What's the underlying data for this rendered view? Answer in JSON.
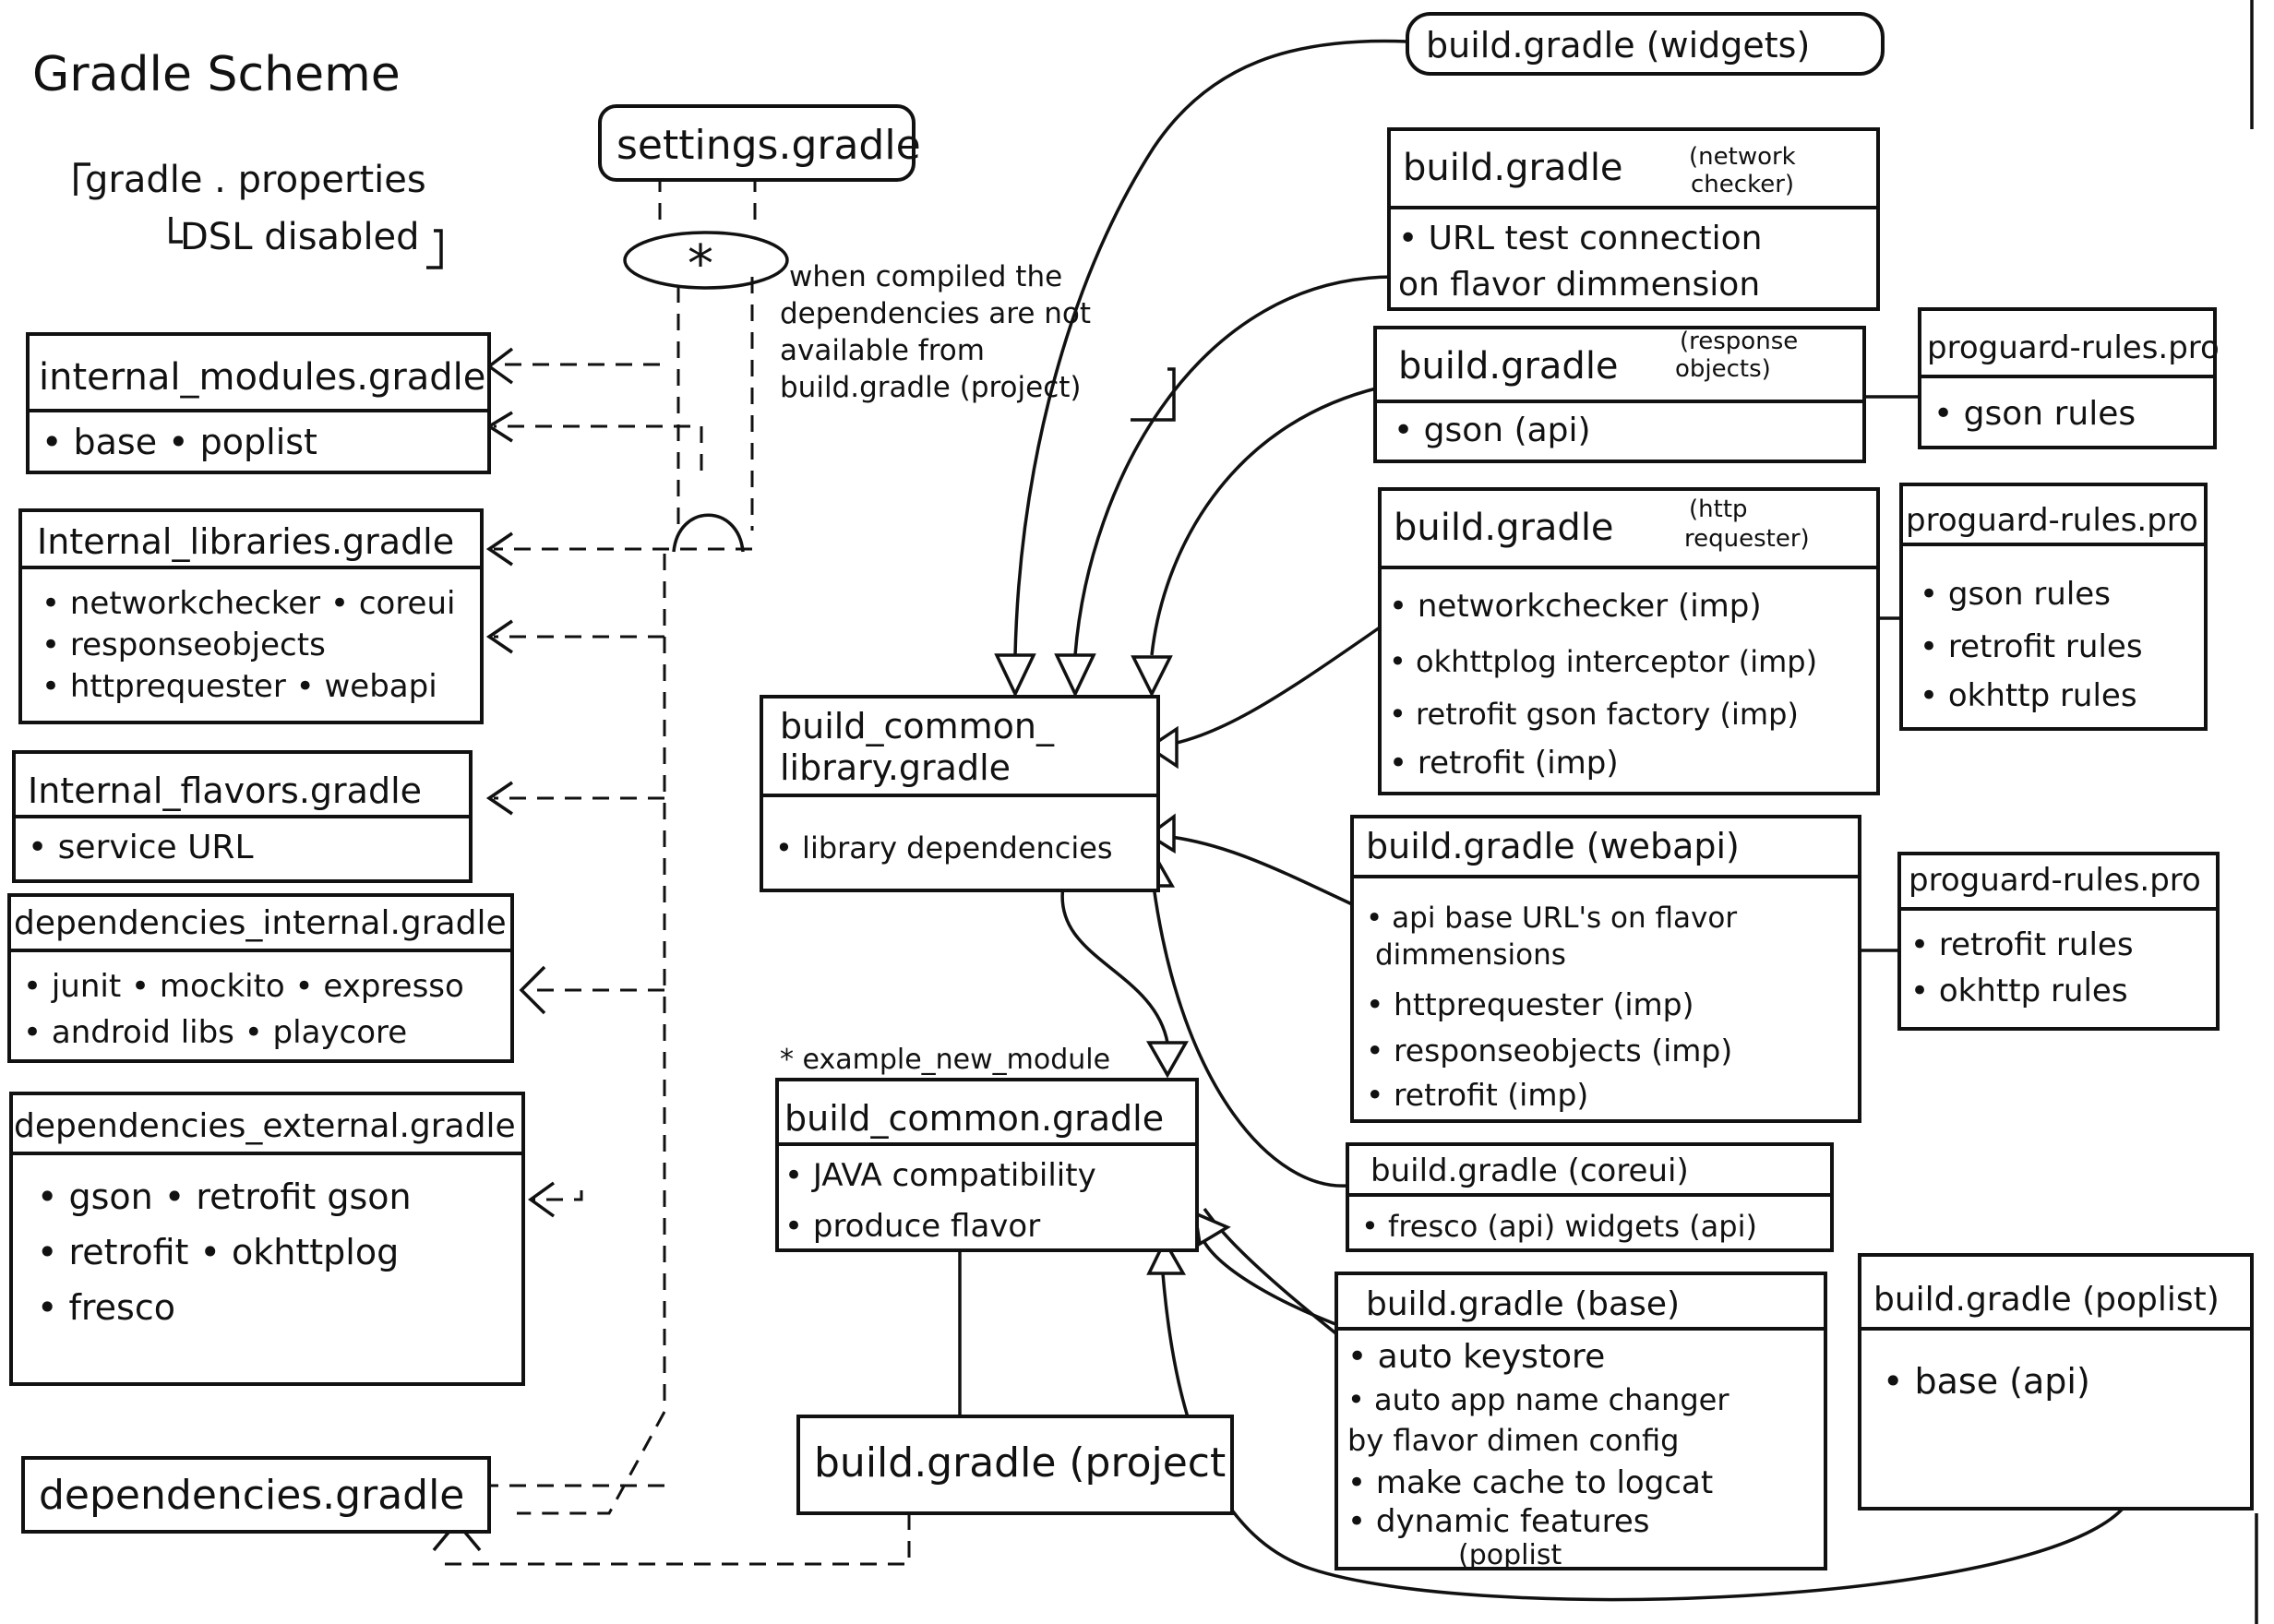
{
  "title": "Gradle Scheme",
  "notes": {
    "properties_line1": "gradle . properties",
    "properties_line2": "DSL disabled",
    "compile_note": [
      "when compiled the",
      "dependencies are not",
      "available from",
      "build.gradle (project)"
    ],
    "asterisk": "*"
  },
  "settings_box": {
    "title": "settings.gradle"
  },
  "internal_modules": {
    "title": "internal_modules.gradle",
    "items": [
      "• base    • poplist"
    ]
  },
  "internal_libraries": {
    "title": "Internal_libraries.gradle",
    "items": [
      "• networkchecker  • coreui",
      "• responseobjects",
      "• httprequester  • webapi"
    ]
  },
  "internal_flavors": {
    "title": "Internal_flavors.gradle",
    "items": [
      "• service URL"
    ]
  },
  "dependencies_internal": {
    "title": "dependencies_internal.gradle",
    "items": [
      "• junit  • mockito  • expresso",
      "• android libs  • playcore"
    ]
  },
  "dependencies_external": {
    "title": "dependencies_external.gradle",
    "items": [
      "• gson   • retrofit gson",
      "• retrofit  • okhttplog",
      "• fresco"
    ]
  },
  "dependencies_gradle": {
    "title": "dependencies.gradle"
  },
  "build_common_library": {
    "title_line1": "build_common_",
    "title_line2": "library.gradle",
    "items": [
      "• library dependencies"
    ]
  },
  "example_label": "* example_new_module",
  "build_common": {
    "title": "build_common.gradle",
    "items": [
      "• JAVA compatibility",
      "• produce flavor"
    ]
  },
  "build_project": {
    "title": "build.gradle (project"
  },
  "widgets": {
    "title": "build.gradle (widgets)"
  },
  "network_checker": {
    "title": "build.gradle",
    "subtitle_line1": "(network",
    "subtitle_line2": "checker)",
    "items": [
      "• URL test connection",
      "on flavor dimmension"
    ]
  },
  "response_objects": {
    "title": "build.gradle",
    "subtitle_line1": "(response",
    "subtitle_line2": "objects)",
    "items": [
      "• gson (api)"
    ]
  },
  "http_requester": {
    "title": "build.gradle",
    "subtitle_line1": "(http",
    "subtitle_line2": "requester)",
    "items": [
      "• networkchecker (imp)",
      "• okhttplog interceptor (imp)",
      "• retrofit gson factory (imp)",
      "• retrofit (imp)"
    ]
  },
  "webapi": {
    "title": "build.gradle (webapi)",
    "items": [
      "• api base URL's on flavor",
      "dimmensions",
      "• httprequester (imp)",
      "• responseobjects (imp)",
      "• retrofit (imp)"
    ]
  },
  "coreui": {
    "title": "build.gradle (coreui)",
    "items": [
      "• fresco (api) widgets (api)"
    ]
  },
  "base": {
    "title": "build.gradle (base)",
    "items": [
      "• auto keystore",
      "• auto app name changer",
      "by flavor dimen config",
      "• make cache to logcat",
      "• dynamic features",
      "(poplist"
    ]
  },
  "poplist": {
    "title": "build.gradle (poplist)",
    "items": [
      "• base  (api)"
    ]
  },
  "proguard_gson": {
    "title": "proguard-rules.pro",
    "items": [
      "• gson rules"
    ]
  },
  "proguard_http": {
    "title": "proguard-rules.pro",
    "items": [
      "• gson rules",
      "• retrofit rules",
      "• okhttp rules"
    ]
  },
  "proguard_webapi": {
    "title": "proguard-rules.pro",
    "items": [
      "• retrofit rules",
      "• okhttp rules"
    ]
  }
}
